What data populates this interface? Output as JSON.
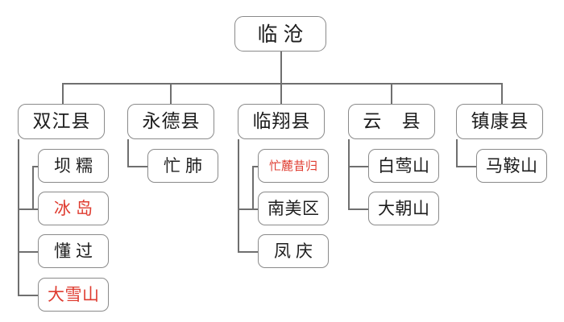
{
  "diagram": {
    "title_node": {
      "label": "临沧"
    },
    "accent_red": "#df3c30",
    "box_border": "#8a8a8a",
    "line_color": "#6f6f6f",
    "branches": [
      {
        "label": "双江县",
        "children": [
          {
            "label": "坝糯",
            "highlight": false
          },
          {
            "label": "冰岛",
            "highlight": true
          },
          {
            "label": "懂过",
            "highlight": false
          },
          {
            "label": "大雪山",
            "highlight": true
          }
        ]
      },
      {
        "label": "永德县",
        "children": [
          {
            "label": "忙肺",
            "highlight": false
          }
        ]
      },
      {
        "label": "临翔县",
        "children": [
          {
            "label": "忙麓昔归",
            "highlight": true
          },
          {
            "label": "南美区",
            "highlight": false
          },
          {
            "label": "凤庆",
            "highlight": false
          }
        ]
      },
      {
        "label": "云 县",
        "children": [
          {
            "label": "白莺山",
            "highlight": false
          },
          {
            "label": "大朝山",
            "highlight": false
          }
        ]
      },
      {
        "label": "镇康县",
        "children": [
          {
            "label": "马鞍山",
            "highlight": false
          }
        ]
      }
    ]
  }
}
